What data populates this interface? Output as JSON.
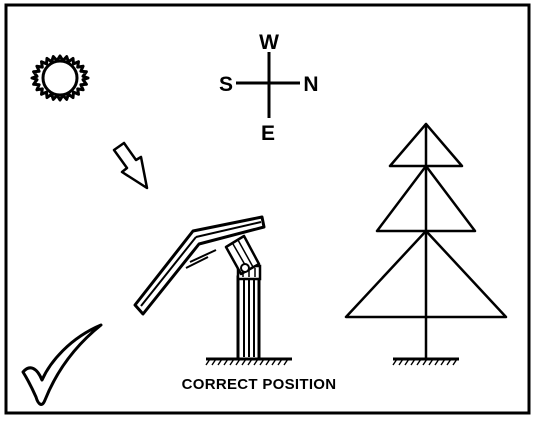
{
  "compass": {
    "north": "N",
    "south": "S",
    "east": "E",
    "west": "W"
  },
  "caption": "CORRECT POSITION",
  "colors": {
    "ink": "#000000",
    "background": "#ffffff"
  },
  "icons": [
    "sun-icon",
    "compass-rose",
    "sun-ray-arrow-icon",
    "solar-panel-on-pole",
    "pine-tree",
    "checkmark-icon"
  ]
}
